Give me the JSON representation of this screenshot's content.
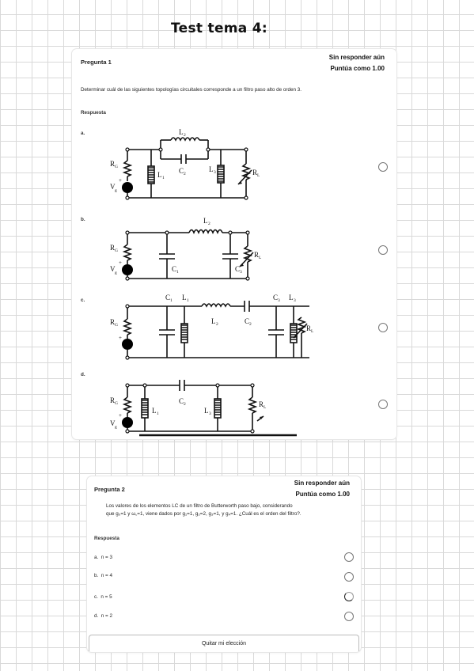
{
  "heading": "Test tema 4:",
  "q1": {
    "title": "Pregunta 1",
    "status": "Sin responder aún",
    "score": "Puntúa como 1.00",
    "text": "Determinar cuál de las siguientes topologías circuitales corresponde a un filtro paso alto de orden 3.",
    "respuesta": "Respuesta",
    "options": [
      {
        "letter": "a."
      },
      {
        "letter": "b."
      },
      {
        "letter": "c."
      },
      {
        "letter": "d."
      }
    ],
    "labels": {
      "rg": "R",
      "rg_sub": "G",
      "vg": "V",
      "vg_sub": "g",
      "rl": "R",
      "rl_sub": "L",
      "l": "L",
      "c": "C",
      "s1": "1",
      "s2": "2",
      "s3": "3",
      "plus": "+"
    }
  },
  "q2": {
    "title": "Pregunta 2",
    "status": "Sin responder aún",
    "score": "Puntúa como 1.00",
    "text1": "Los valores de los elementos LC de un filtro de Butterworth paso bajo, considerando",
    "text2": "que g₀=1 y ω꜀=1, viene dados por g₁=1, g₂=2, g₃=1, y g₄=1. ¿Cuál es el orden del filtro?.",
    "respuesta": "Respuesta",
    "options": [
      {
        "letter": "a.",
        "text": "n = 3"
      },
      {
        "letter": "b.",
        "text": "n = 4"
      },
      {
        "letter": "c.",
        "text": "n = 5"
      },
      {
        "letter": "d.",
        "text": "n = 2"
      }
    ],
    "clear": "Quitar mi elección"
  }
}
